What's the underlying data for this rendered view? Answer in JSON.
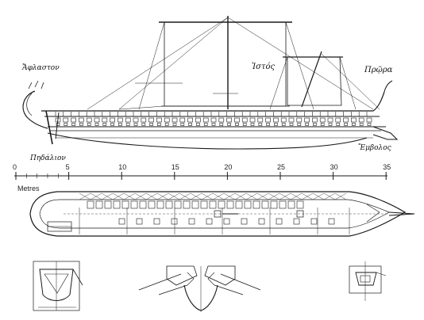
{
  "labels": {
    "aphlaston": "Ἄφλαστον",
    "istos": "Ἱστός",
    "prora": "Πρῷρα",
    "pedalion": "Πηδάλιον",
    "embolos": "Ἔμβολος"
  },
  "scale": {
    "unit": "Metres",
    "ticks": [
      "0",
      "5",
      "10",
      "15",
      "20",
      "25",
      "30",
      "35"
    ]
  },
  "colors": {
    "ink": "#1a1a1a",
    "paper": "#ffffff"
  }
}
